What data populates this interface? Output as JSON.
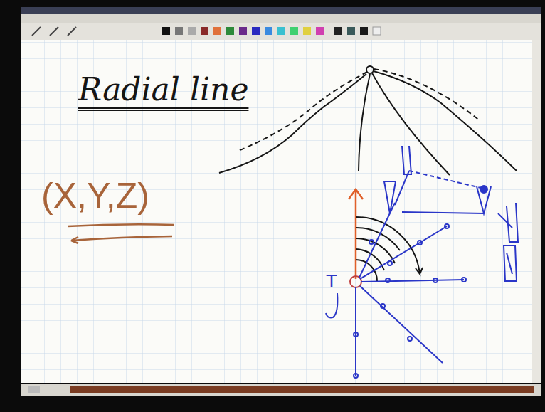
{
  "diagram": {
    "title": "Radial line",
    "labels": [
      "(X,Y,Z)",
      "T"
    ]
  }
}
